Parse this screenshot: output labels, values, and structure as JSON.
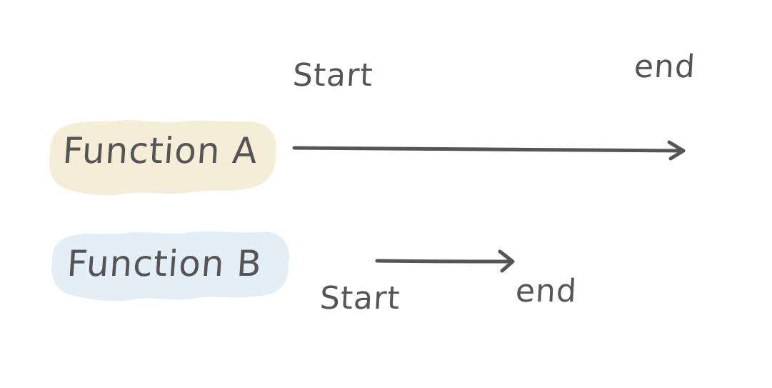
{
  "functions": [
    {
      "name": "Function A",
      "start_label": "Start",
      "end_label": "end",
      "highlight_color": "#f6edd9"
    },
    {
      "name": "Function B",
      "start_label": "Start",
      "end_label": "end",
      "highlight_color": "#e3eef6"
    }
  ],
  "colors": {
    "ink": "#555555",
    "background": "#ffffff"
  }
}
